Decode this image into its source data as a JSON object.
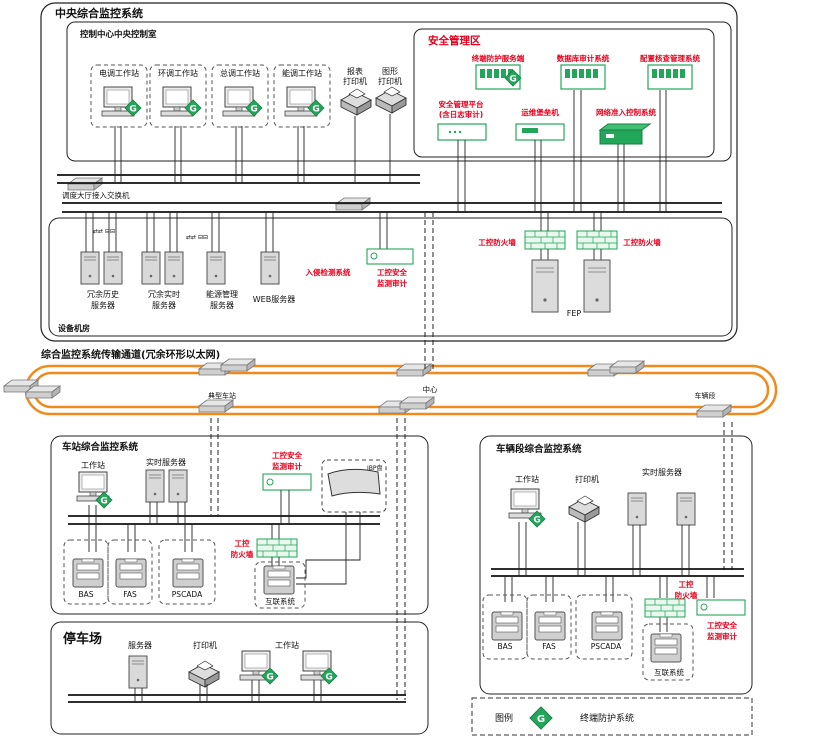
{
  "regions": {
    "central_title": "中央综合监控系统",
    "control_center": "控制中心中央控制室",
    "security_zone": "安全管理区",
    "equipment_room": "设备机房",
    "backbone": "综合监控系统传输通道(冗余环形以太网)",
    "station": "车站综合监控系统",
    "depot": "车辆段综合监控系统",
    "parking": "停车场"
  },
  "central": {
    "workstations": [
      "电调工作站",
      "环调工作站",
      "总调工作站",
      "能调工作站"
    ],
    "report_printer": [
      "报表",
      "打印机"
    ],
    "graphic_printer": [
      "图形",
      "打印机"
    ],
    "switch_label": "调度大厅接入交换机"
  },
  "security": {
    "endpoint_protection": "终端防护服务端",
    "db_audit": "数据库审计系统",
    "config_check": "配置核查管理系统",
    "mgmt_platform": [
      "安全管理平台",
      "(含日志审计)"
    ],
    "ops_bastion": "运维堡垒机",
    "nac": "网络准入控制系统"
  },
  "equipment": {
    "history": [
      "冗余历史",
      "服务器"
    ],
    "realtime": [
      "冗余实时",
      "服务器"
    ],
    "energy": [
      "能源管理",
      "服务器"
    ],
    "web": "WEB服务器",
    "ids": "入侵检测系统",
    "ics_audit": [
      "工控安全",
      "监测审计"
    ],
    "firewall": "工控防火墙",
    "fep": "FEP"
  },
  "ring": {
    "center": "中心",
    "station": "典型车站",
    "depot": "车辆段"
  },
  "station": {
    "workstation": "工作站",
    "realtime": "实时服务器",
    "ics_audit": [
      "工控安全",
      "监测审计"
    ],
    "ibp": "IBP盘",
    "firewall": [
      "工控",
      "防火墙"
    ],
    "subsystems": [
      "BAS",
      "FAS",
      "PSCADA"
    ],
    "interface": "互联系统"
  },
  "depot": {
    "workstation": "工作站",
    "printer": "打印机",
    "realtime": "实时服务器",
    "firewall": [
      "工控",
      "防火墙"
    ],
    "ics_audit": [
      "工控安全",
      "监测审计"
    ],
    "subsystems": [
      "BAS",
      "FAS",
      "PSCADA"
    ],
    "interface": "互联系统"
  },
  "parking": {
    "server": "服务器",
    "printer": "打印机",
    "workstation": "工作站"
  },
  "legend": {
    "label": "图例",
    "g_text": "G",
    "description": "终端防护系统"
  },
  "colors": {
    "red": "#e8001c",
    "green": "#22a65a",
    "ring": "#f08a1c"
  }
}
